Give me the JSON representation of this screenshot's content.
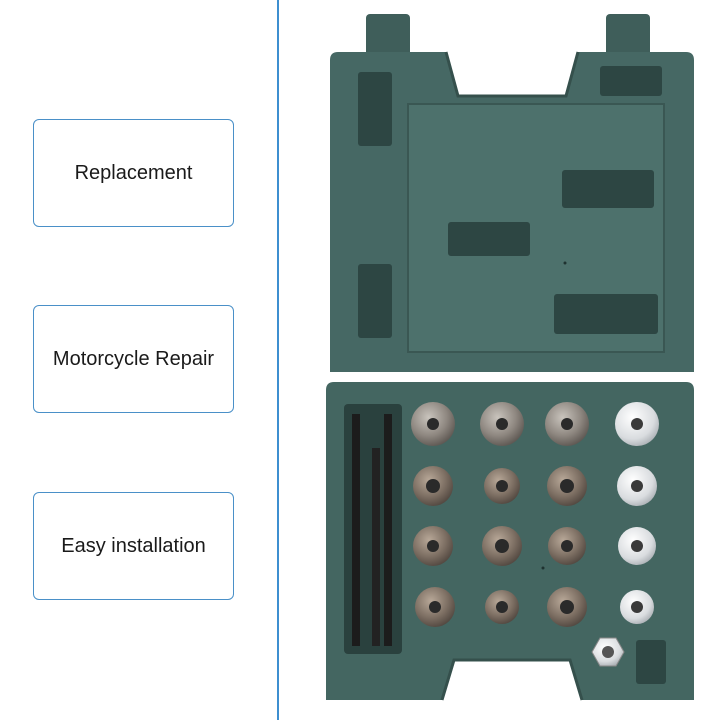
{
  "features": [
    {
      "label": "Replacement"
    },
    {
      "label": "Motorcycle Repair"
    },
    {
      "label": "Easy installation"
    }
  ],
  "colors": {
    "card_border": "#4a90c8",
    "divider": "#3d8fd0",
    "case_color": "#3f5e5a"
  }
}
